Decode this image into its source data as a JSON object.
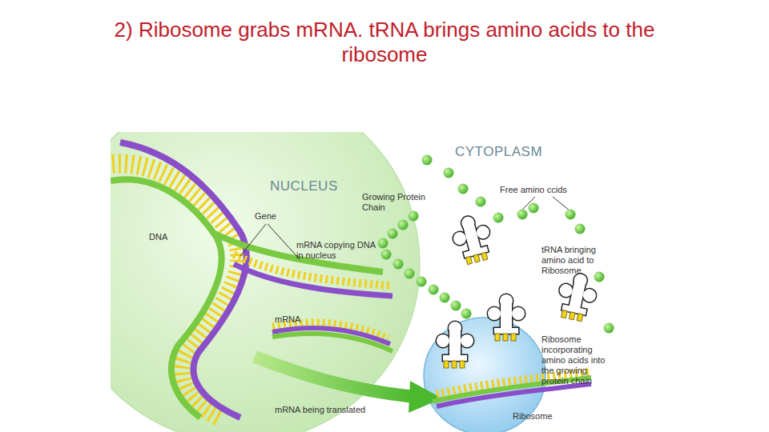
{
  "diagram": {
    "title": "2) Ribosome grabs mRNA. tRNA brings amino acids to the ribosome",
    "nodes": [
      {
        "text": [
          "NUCLEUS"
        ]
      },
      {
        "text": [
          "Ribosome"
        ]
      }
    ],
    "labels": [
      "CYTOPLASM",
      "Free amino ccids",
      "Growing Protein Chain",
      "Gene",
      "DNA",
      "mRNA copying DNA in nucleus",
      "tRNA bringing amino acid to Ribosome",
      "mRNA",
      "Ribosome incorporating amino acids into the growing protein chain",
      "mRNA being translated"
    ]
  }
}
